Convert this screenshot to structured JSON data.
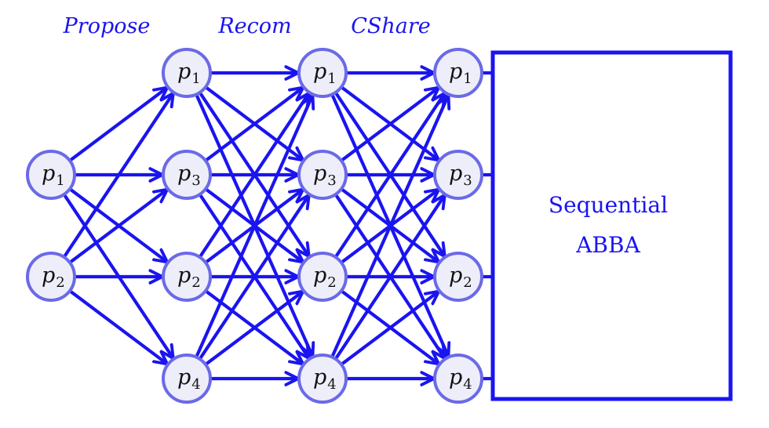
{
  "phases": [
    {
      "label": "Propose"
    },
    {
      "label": "Recom"
    },
    {
      "label": "CShare"
    }
  ],
  "columns": [
    {
      "nodes": [
        {
          "base": "p",
          "sub": "1"
        },
        {
          "base": "p",
          "sub": "2"
        }
      ]
    },
    {
      "nodes": [
        {
          "base": "p",
          "sub": "1"
        },
        {
          "base": "p",
          "sub": "3"
        },
        {
          "base": "p",
          "sub": "2"
        },
        {
          "base": "p",
          "sub": "4"
        }
      ]
    },
    {
      "nodes": [
        {
          "base": "p",
          "sub": "1"
        },
        {
          "base": "p",
          "sub": "3"
        },
        {
          "base": "p",
          "sub": "2"
        },
        {
          "base": "p",
          "sub": "4"
        }
      ]
    },
    {
      "nodes": [
        {
          "base": "p",
          "sub": "1"
        },
        {
          "base": "p",
          "sub": "3"
        },
        {
          "base": "p",
          "sub": "2"
        },
        {
          "base": "p",
          "sub": "4"
        }
      ]
    }
  ],
  "box": {
    "line1": "Sequential",
    "line2": "ABBA"
  },
  "colors": {
    "edge": "#1a14f0",
    "node_fill": "#eeeefa",
    "node_stroke": "#6a6ae8"
  }
}
